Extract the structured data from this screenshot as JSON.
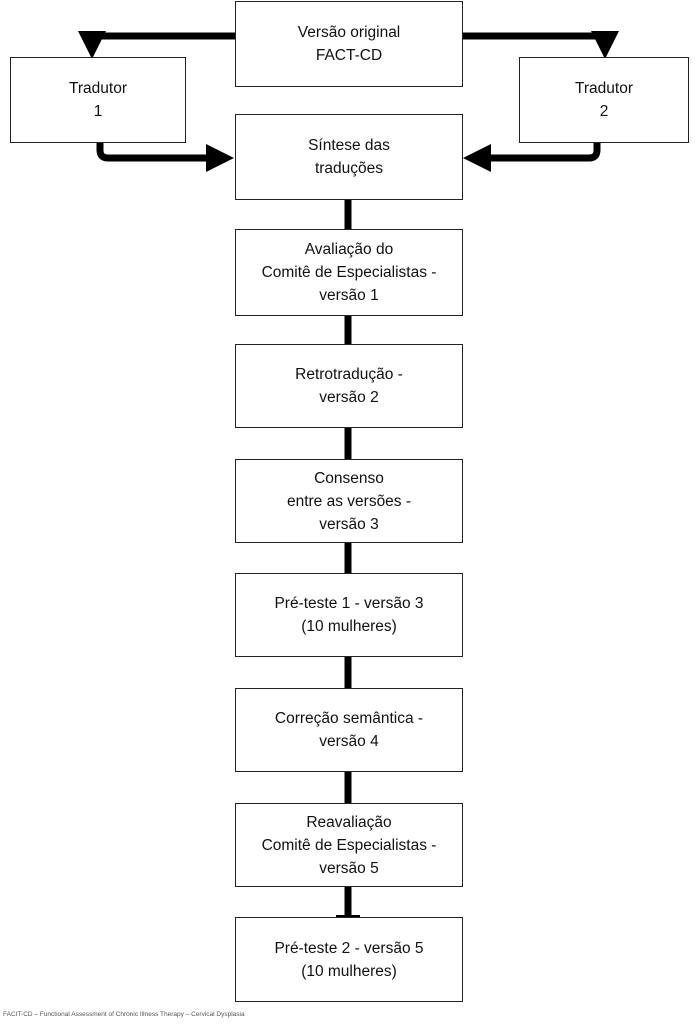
{
  "boxes": {
    "original": [
      "Versão original",
      "FACT-CD"
    ],
    "translator1": [
      "Tradutor",
      "1"
    ],
    "translator2": [
      "Tradutor",
      "2"
    ],
    "synthesis": [
      "Síntese das",
      "traduções"
    ],
    "committee1": [
      "Avaliação do",
      "Comitê de Especialistas -",
      "versão 1"
    ],
    "backtranslation": [
      "Retrotradução -",
      "versão 2"
    ],
    "consensus": [
      "Consenso",
      "entre as versões -",
      "versão 3"
    ],
    "pretest1": [
      "Pré-teste 1 - versão 3",
      "(10 mulheres)"
    ],
    "semantic": [
      "Correção semântica -",
      "versão 4"
    ],
    "reevaluation": [
      "Reavaliação",
      "Comitê de Especialistas -",
      "versão 5"
    ],
    "pretest2": [
      "Pré-teste 2 - versão 5",
      "(10 mulheres)"
    ]
  },
  "footnote": "FACIT-CD – Functional Assessment of Chronic Illness Therapy – Cervical Dysplasia"
}
